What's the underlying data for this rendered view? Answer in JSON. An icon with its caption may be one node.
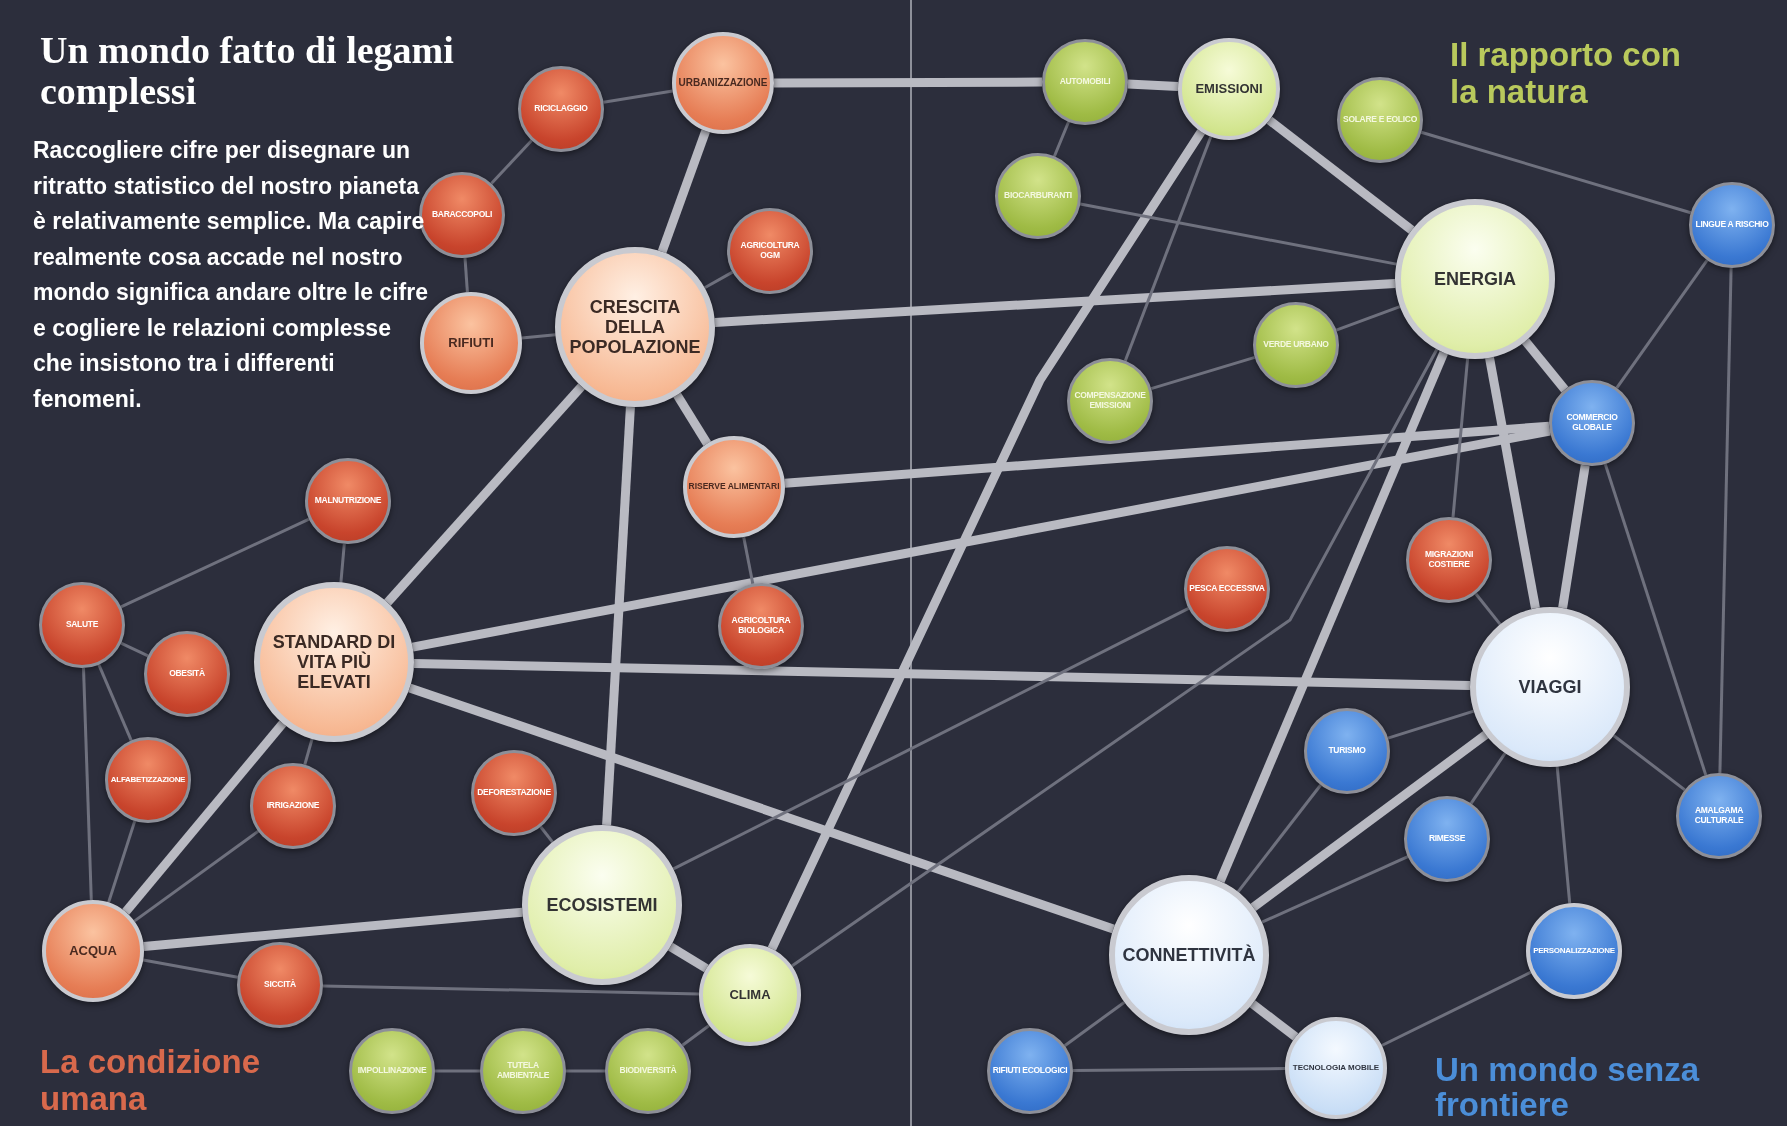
{
  "diagram": {
    "title": "Un mondo fatto di legami complessi",
    "nodes": [
      {
        "text": [
          "URBANIZZAZIONE"
        ]
      },
      {
        "text": [
          "RICICLAGGIO"
        ]
      },
      {
        "text": [
          "BARACCOPOLI"
        ]
      },
      {
        "text": [
          "AGRICOLTURA OGM"
        ]
      },
      {
        "text": [
          "RIFIUTI"
        ]
      },
      {
        "text": [
          "CRESCITA DELLA POPOLAZIONE"
        ]
      },
      {
        "text": [
          "RISERVE ALIMENTARI"
        ]
      },
      {
        "text": [
          "MALNUTRIZIONE"
        ]
      },
      {
        "text": [
          "SALUTE"
        ]
      },
      {
        "text": [
          "STANDARD DI VITA PIÙ ELEVATI"
        ]
      },
      {
        "text": [
          "OBESITÀ"
        ]
      },
      {
        "text": [
          "AGRICOLTURA BIOLOGICA"
        ]
      },
      {
        "text": [
          "ALFABETIZZAZIONE"
        ]
      },
      {
        "text": [
          "IRRIGAZIONE"
        ]
      },
      {
        "text": [
          "DEFORESTAZIONE"
        ]
      },
      {
        "text": [
          "ECOSISTEMI"
        ]
      },
      {
        "text": [
          "ACQUA"
        ]
      },
      {
        "text": [
          "SICCITÀ"
        ]
      },
      {
        "text": [
          "CLIMA"
        ]
      },
      {
        "text": [
          "IMPOLLINAZIONE"
        ]
      },
      {
        "text": [
          "TUTELA AMBIENTALE"
        ]
      },
      {
        "text": [
          "BIODIVERSITÀ"
        ]
      },
      {
        "text": [
          "AUTOMOBILI"
        ]
      },
      {
        "text": [
          "EMISSIONI"
        ]
      },
      {
        "text": [
          "SOLARE E EOLICO"
        ]
      },
      {
        "text": [
          "BIOCARBURANTI"
        ]
      },
      {
        "text": [
          "ENERGIA"
        ]
      },
      {
        "text": [
          "LINGUE A RISCHIO"
        ]
      },
      {
        "text": [
          "VERDE URBANO"
        ]
      },
      {
        "text": [
          "COMPENSAZIONE EMISSIONI"
        ]
      },
      {
        "text": [
          "COMMERCIO GLOBALE"
        ]
      },
      {
        "text": [
          "MIGRAZIONI COSTIERE"
        ]
      },
      {
        "text": [
          "PESCA ECCESSIVA"
        ]
      },
      {
        "text": [
          "VIAGGI"
        ]
      },
      {
        "text": [
          "TURISMO"
        ]
      },
      {
        "text": [
          "RIMESSE"
        ]
      },
      {
        "text": [
          "AMALGAMA CULTURALE"
        ]
      },
      {
        "text": [
          "PERSONALIZZAZIONE"
        ]
      },
      {
        "text": [
          "CONNETTIVITÀ"
        ]
      },
      {
        "text": [
          "RIFIUTI ECOLOGICI"
        ]
      },
      {
        "text": [
          "TECNOLOGIA MOBILE"
        ]
      }
    ],
    "edges": [
      {
        "from": 0,
        "to": 5,
        "arrow": "none",
        "style": "thick"
      },
      {
        "from": 0,
        "to": 22,
        "arrow": "none",
        "style": "thick"
      },
      {
        "from": 22,
        "to": 23,
        "arrow": "none",
        "style": "thick"
      },
      {
        "from": 23,
        "to": 26,
        "arrow": "none",
        "style": "thick"
      },
      {
        "from": 5,
        "to": 26,
        "arrow": "none",
        "style": "thick"
      },
      {
        "from": 5,
        "to": 6,
        "arrow": "none",
        "style": "thick"
      },
      {
        "from": 5,
        "to": 9,
        "arrow": "none",
        "style": "thick"
      },
      {
        "from": 5,
        "to": 15,
        "arrow": "none",
        "style": "thick"
      },
      {
        "from": 9,
        "to": 33,
        "arrow": "none",
        "style": "thick"
      },
      {
        "from": 9,
        "to": 38,
        "arrow": "none",
        "style": "thick"
      },
      {
        "from": 26,
        "to": 33,
        "arrow": "none",
        "style": "thick"
      },
      {
        "from": 26,
        "to": 38,
        "arrow": "none",
        "style": "thick"
      },
      {
        "from": 26,
        "to": 30,
        "arrow": "none",
        "style": "thick"
      },
      {
        "from": 33,
        "to": 38,
        "arrow": "none",
        "style": "thick"
      },
      {
        "from": 38,
        "to": 40,
        "arrow": "none",
        "style": "thick"
      },
      {
        "from": 33,
        "to": 30,
        "arrow": "none",
        "style": "thick"
      },
      {
        "from": 15,
        "to": 16,
        "arrow": "none",
        "style": "thick"
      },
      {
        "from": 15,
        "to": 18,
        "arrow": "none",
        "style": "thick"
      },
      {
        "from": 6,
        "to": 30,
        "arrow": "none",
        "style": "thick"
      },
      {
        "from": 23,
        "to": 18,
        "arrow": "none",
        "style": "thick"
      },
      {
        "from": 16,
        "to": 9,
        "arrow": "none",
        "style": "thick"
      },
      {
        "from": 9,
        "to": 30,
        "arrow": "none",
        "style": "thick"
      },
      {
        "from": 1,
        "to": 0,
        "arrow": "none"
      },
      {
        "from": 2,
        "to": 4,
        "arrow": "none"
      },
      {
        "from": 1,
        "to": 2,
        "arrow": "none"
      },
      {
        "from": 8,
        "to": 10,
        "arrow": "none"
      },
      {
        "from": 8,
        "to": 12,
        "arrow": "none"
      },
      {
        "from": 8,
        "to": 16,
        "arrow": "none"
      },
      {
        "from": 8,
        "to": 7,
        "arrow": "none"
      },
      {
        "from": 16,
        "to": 17,
        "arrow": "none"
      },
      {
        "from": 17,
        "to": 18,
        "arrow": "none"
      },
      {
        "from": 19,
        "to": 20,
        "arrow": "none"
      },
      {
        "from": 20,
        "to": 21,
        "arrow": "none"
      },
      {
        "from": 21,
        "to": 18,
        "arrow": "none"
      },
      {
        "from": 14,
        "to": 15,
        "arrow": "none"
      },
      {
        "from": 18,
        "to": 26,
        "arrow": "none"
      },
      {
        "from": 30,
        "to": 27,
        "arrow": "none"
      },
      {
        "from": 27,
        "to": 36,
        "arrow": "none"
      },
      {
        "from": 24,
        "to": 27,
        "arrow": "none"
      },
      {
        "from": 33,
        "to": 36,
        "arrow": "none"
      },
      {
        "from": 33,
        "to": 37,
        "arrow": "none"
      },
      {
        "from": 33,
        "to": 31,
        "arrow": "none"
      },
      {
        "from": 39,
        "to": 40,
        "arrow": "none"
      },
      {
        "from": 39,
        "to": 38,
        "arrow": "none"
      },
      {
        "from": 40,
        "to": 37,
        "arrow": "none"
      },
      {
        "from": 38,
        "to": 35,
        "arrow": "none"
      },
      {
        "from": 38,
        "to": 34,
        "arrow": "none"
      },
      {
        "from": 30,
        "to": 36,
        "arrow": "none"
      },
      {
        "from": 22,
        "to": 25,
        "arrow": "none"
      },
      {
        "from": 23,
        "to": 29,
        "arrow": "none"
      },
      {
        "from": 26,
        "to": 28,
        "arrow": "none"
      },
      {
        "from": 32,
        "to": 15,
        "arrow": "none"
      },
      {
        "from": 3,
        "to": 5,
        "arrow": "none"
      },
      {
        "from": 11,
        "to": 6,
        "arrow": "none"
      },
      {
        "from": 16,
        "to": 13,
        "arrow": "none"
      },
      {
        "from": 13,
        "to": 9,
        "arrow": "none"
      },
      {
        "from": 7,
        "to": 9,
        "arrow": "none"
      },
      {
        "from": 25,
        "to": 26,
        "arrow": "none"
      },
      {
        "from": 28,
        "to": 29,
        "arrow": "none"
      },
      {
        "from": 34,
        "to": 33,
        "arrow": "none"
      },
      {
        "from": 35,
        "to": 33,
        "arrow": "none"
      },
      {
        "from": 12,
        "to": 16,
        "arrow": "none"
      },
      {
        "from": 4,
        "to": 5,
        "arrow": "none"
      },
      {
        "from": 31,
        "to": 26,
        "arrow": "none"
      }
    ],
    "labels": [
      "Raccogliere cifre per disegnare un ritratto statistico del nostro pianeta è relativamente semplice. Ma capire realmente cosa accade nel nostro mondo significa andare oltre le cifre e cogliere le relazioni complesse che insistono tra i differenti fenomeni.",
      "Il rapporto con la natura",
      "La condizione umana",
      "Un mondo senza frontiere"
    ]
  }
}
